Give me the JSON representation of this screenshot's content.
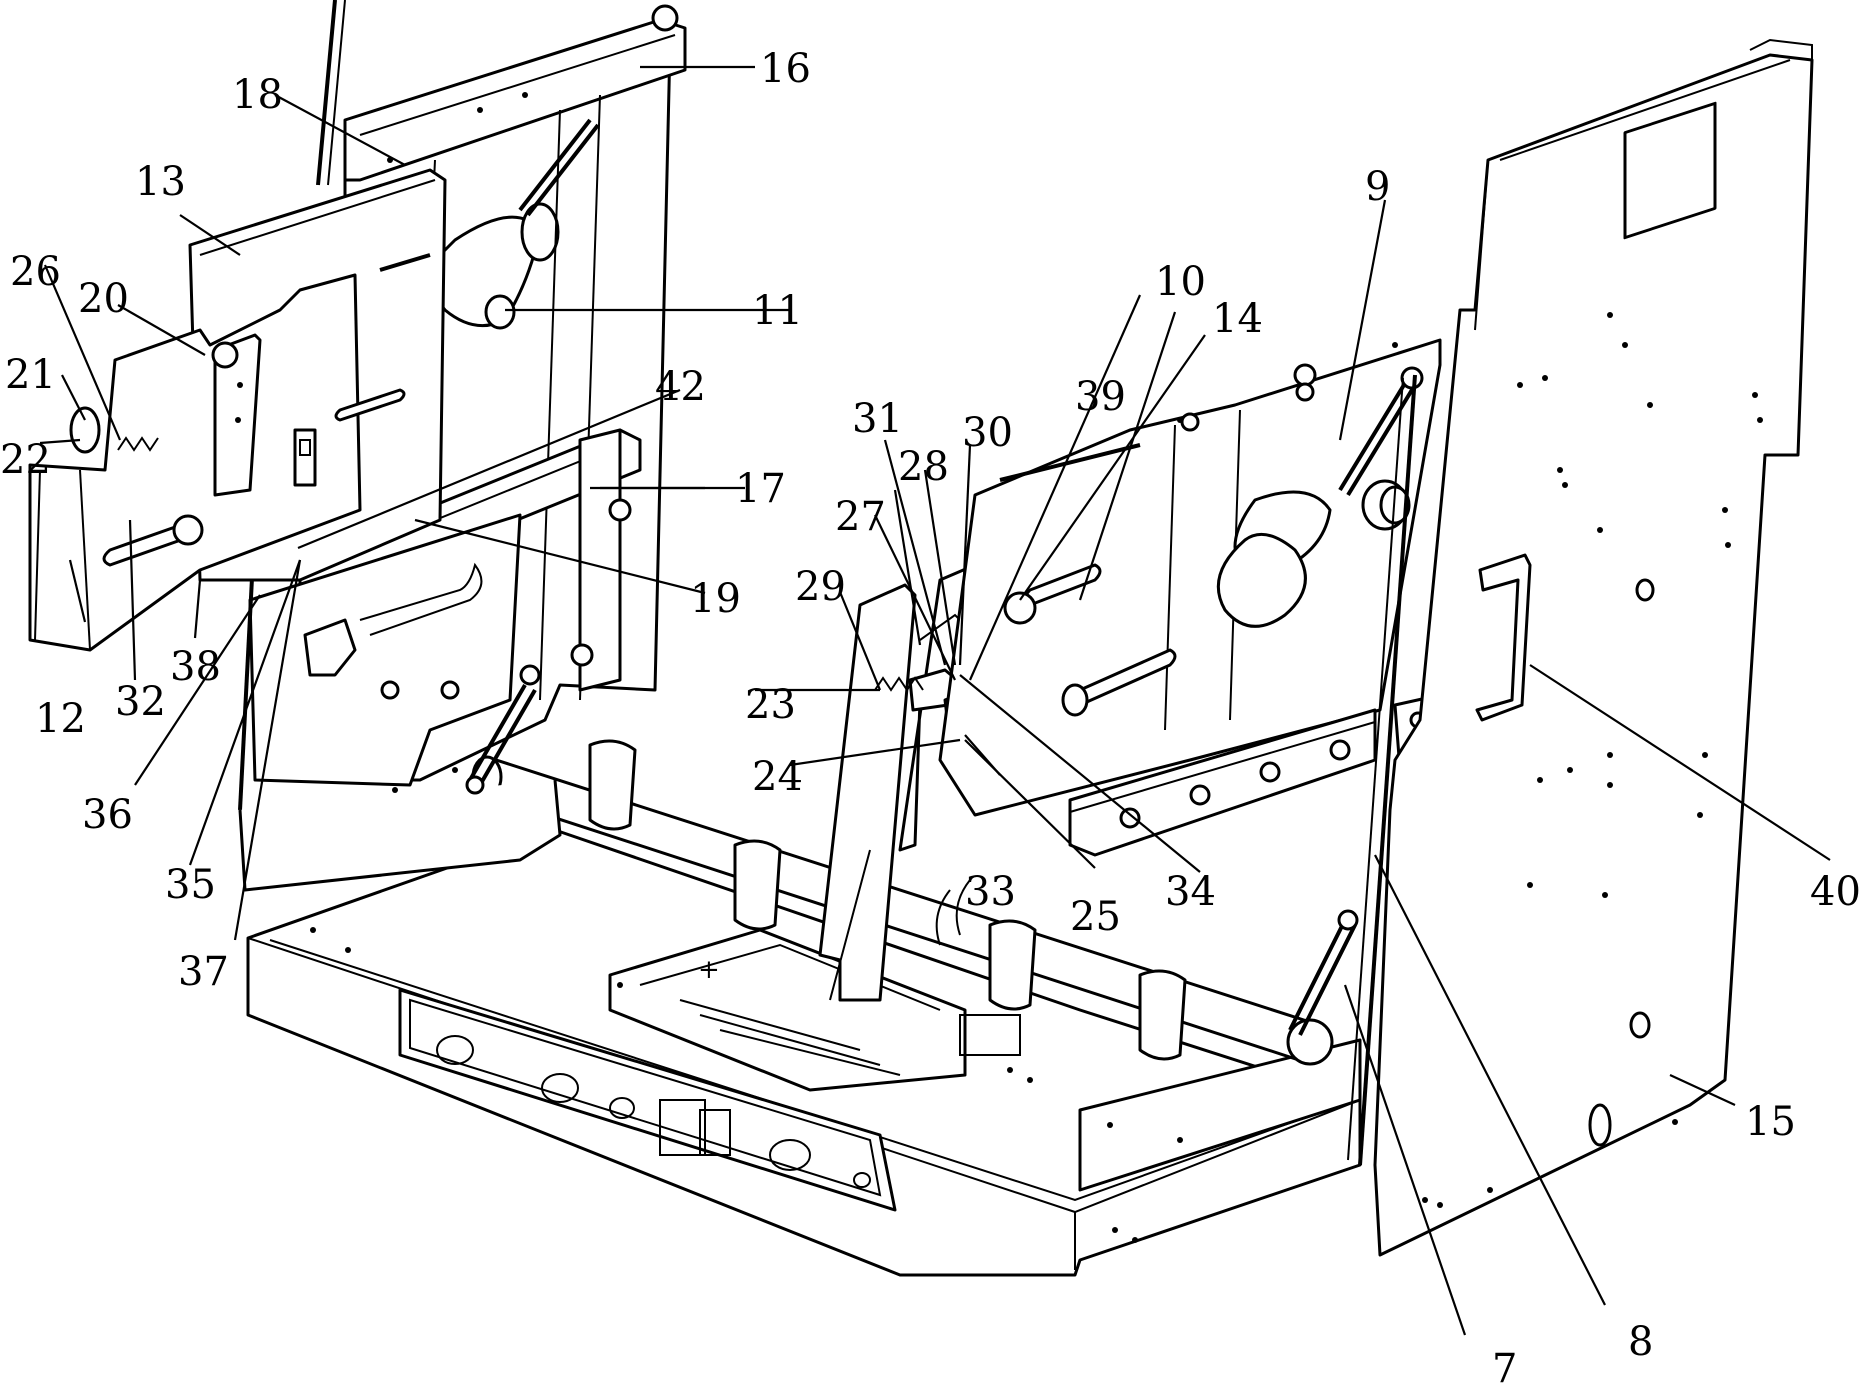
{
  "labels": {
    "l7": "7",
    "l8": "8",
    "l9": "9",
    "l10": "10",
    "l11": "11",
    "l12": "12",
    "l13": "13",
    "l14": "14",
    "l15": "15",
    "l16": "16",
    "l17": "17",
    "l18": "18",
    "l19": "19",
    "l20": "20",
    "l21": "21",
    "l22": "22",
    "l23": "23",
    "l24": "24",
    "l25": "25",
    "l26": "26",
    "l27": "27",
    "l28": "28",
    "l29": "29",
    "l30": "30",
    "l31": "31",
    "l32": "32",
    "l33": "33",
    "l34": "34",
    "l35": "35",
    "l36": "36",
    "l37": "37",
    "l38": "38",
    "l39": "39",
    "l40": "40",
    "l42": "42"
  },
  "panel_symbol": "+"
}
